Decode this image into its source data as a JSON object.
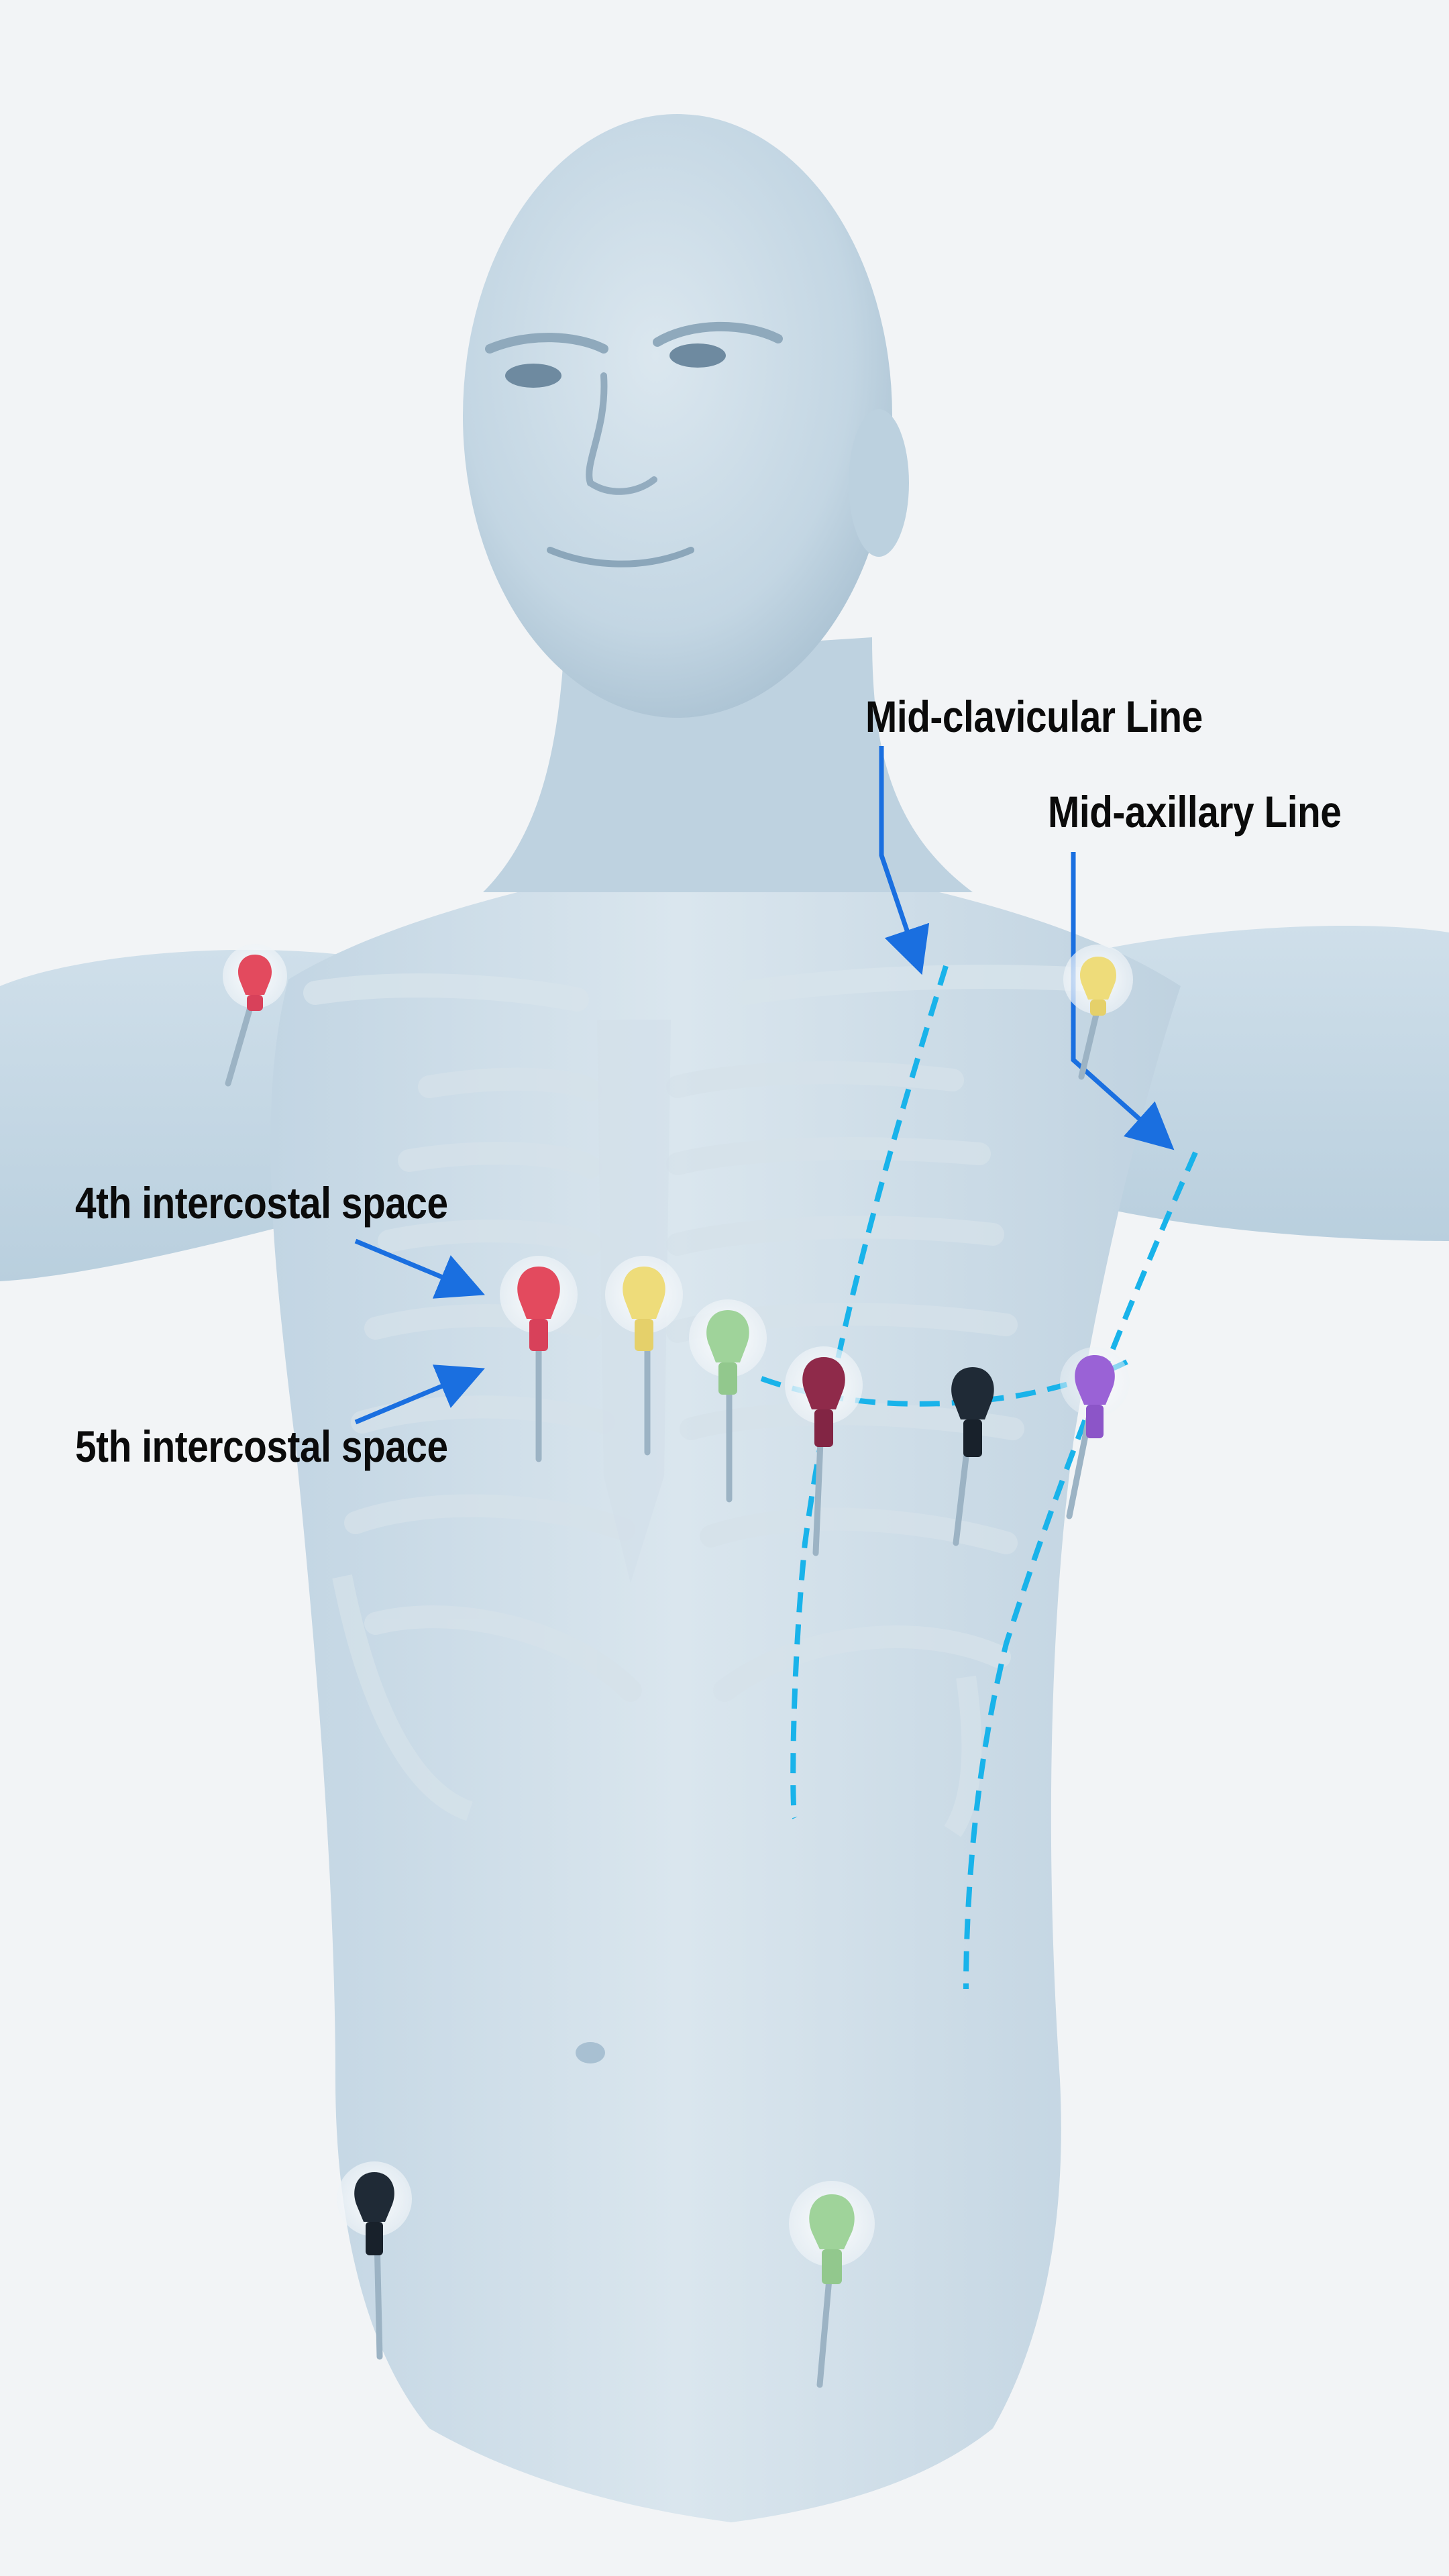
{
  "labels": {
    "mid_clavicular": "Mid-clavicular Line",
    "mid_axillary": "Mid-axillary Line",
    "fourth_ics": "4th intercostal space",
    "fifth_ics": "5th intercostal space"
  },
  "colors": {
    "background": "#f2f4f6",
    "skin": "#c9dbe7",
    "skin_shadow": "#a9c2d4",
    "arrow": "#1a6fe0",
    "guide_line": "#19b3ea",
    "label_text": "#0b0b0b",
    "electrode_red": "#e34a5e",
    "electrode_yellow": "#eedc7a",
    "electrode_green": "#9fd39a",
    "electrode_maroon": "#8f2a4a",
    "electrode_black": "#1f2a36",
    "electrode_purple": "#9a62d6"
  },
  "electrodes": [
    {
      "name": "electrode-right-arm",
      "color": "red"
    },
    {
      "name": "electrode-left-arm",
      "color": "yellow"
    },
    {
      "name": "electrode-v1",
      "color": "red"
    },
    {
      "name": "electrode-v2",
      "color": "yellow"
    },
    {
      "name": "electrode-v3",
      "color": "green"
    },
    {
      "name": "electrode-v4",
      "color": "maroon"
    },
    {
      "name": "electrode-v5",
      "color": "black"
    },
    {
      "name": "electrode-v6",
      "color": "purple"
    },
    {
      "name": "electrode-right-leg",
      "color": "black"
    },
    {
      "name": "electrode-left-leg",
      "color": "green"
    }
  ]
}
